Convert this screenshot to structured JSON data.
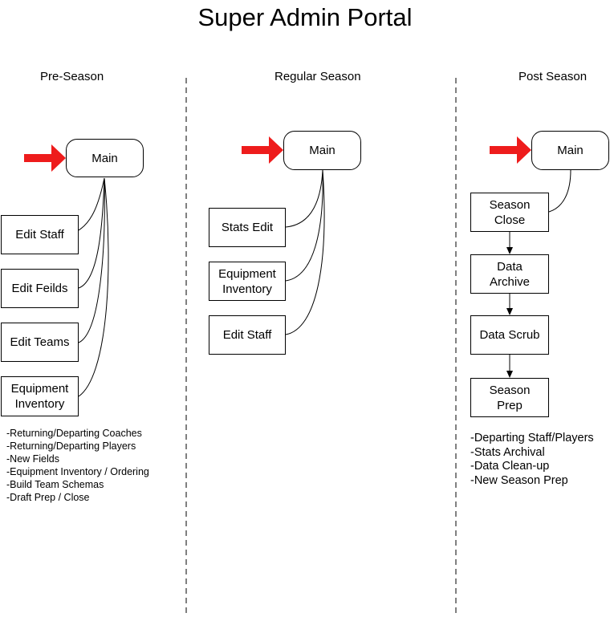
{
  "title": "Super Admin Portal",
  "columns": [
    {
      "heading": "Pre-Season",
      "main": "Main",
      "pages": [
        "Edit Staff",
        "Edit Feilds",
        "Edit Teams",
        "Equipment\nInventory"
      ],
      "notes": [
        "-Returning/Departing Coaches",
        "-Returning/Departing Players",
        "-New Fields",
        "-Equipment Inventory / Ordering",
        "-Build Team Schemas",
        "-Draft Prep / Close"
      ]
    },
    {
      "heading": "Regular Season",
      "main": "Main",
      "pages": [
        "Stats Edit",
        "Equipment\nInventory",
        "Edit Staff"
      ]
    },
    {
      "heading": "Post Season",
      "main": "Main",
      "steps": [
        "Season\nClose",
        "Data\nArchive",
        "Data Scrub",
        "Season\nPrep"
      ],
      "notes": [
        "-Departing Staff/Players",
        "-Stats Archival",
        "-Data Clean-up",
        "-New Season Prep"
      ]
    }
  ],
  "colors": {
    "arrow": "#ee1c1c",
    "line": "#000000"
  }
}
